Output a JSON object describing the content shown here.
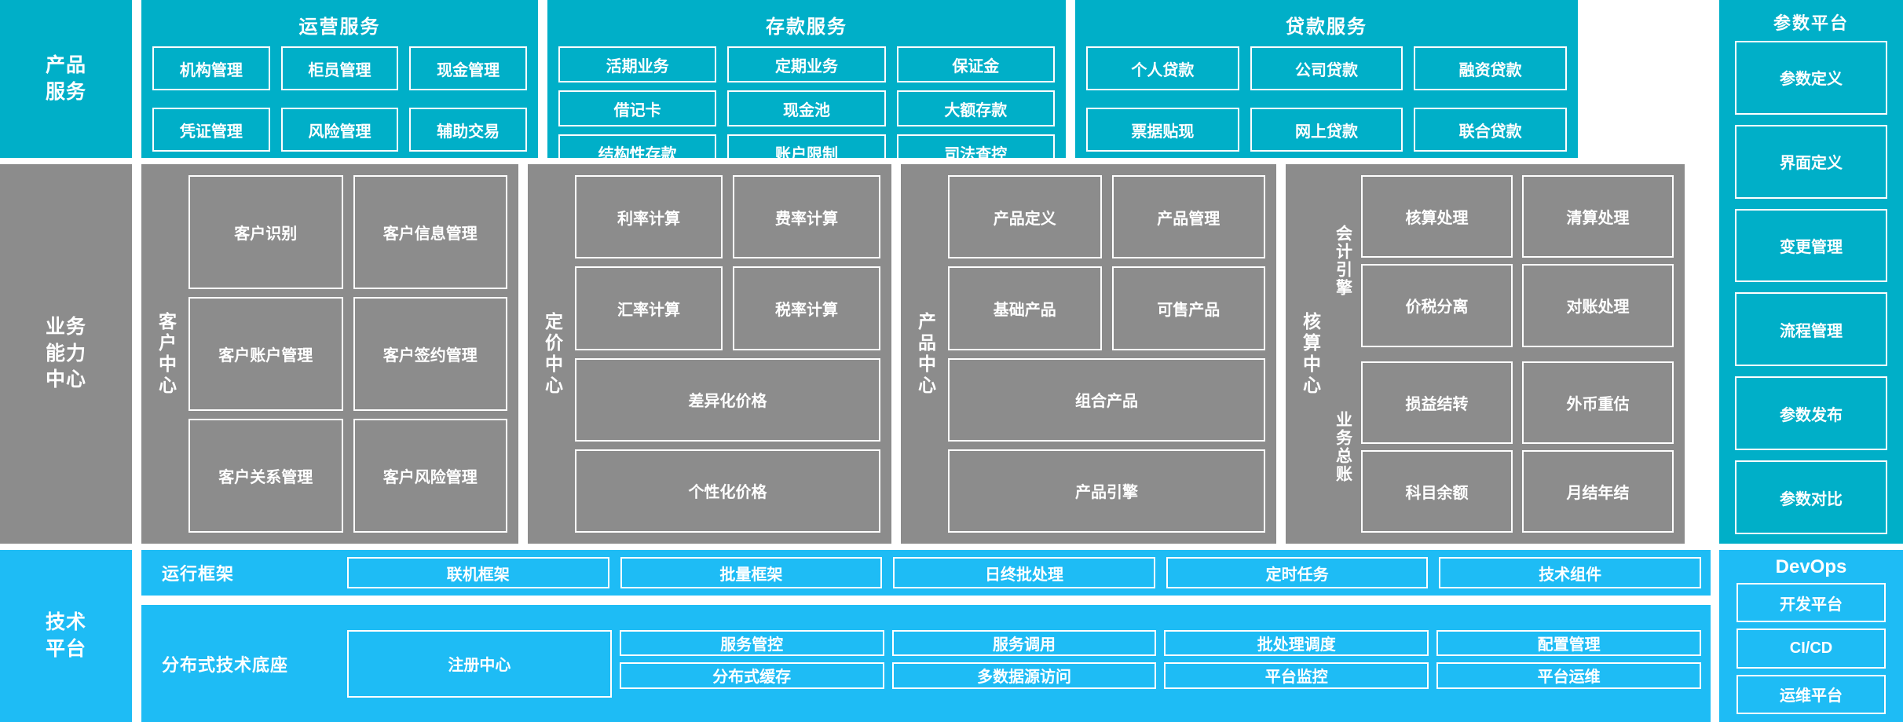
{
  "colors": {
    "product_teal": "#00AFC8",
    "capability_gray": "#8C8C8C",
    "platform_blue": "#1EBCF5",
    "border_white": "#FFFFFF",
    "background": "#FFFFFF"
  },
  "rows": {
    "product_services": {
      "side_label": "产品\n服务",
      "side_label_lines": [
        "产品",
        "服务"
      ],
      "groups": [
        {
          "title": "运营服务",
          "items": [
            "机构管理",
            "柜员管理",
            "现金管理",
            "凭证管理",
            "风险管理",
            "辅助交易"
          ]
        },
        {
          "title": "存款服务",
          "items": [
            "活期业务",
            "定期业务",
            "保证金",
            "借记卡",
            "现金池",
            "大额存款",
            "结构性存款",
            "账户限制",
            "司法查控"
          ]
        },
        {
          "title": "贷款服务",
          "items": [
            "个人贷款",
            "公司贷款",
            "融资贷款",
            "票据贴现",
            "网上贷款",
            "联合贷款"
          ]
        }
      ]
    },
    "business_capability_center": {
      "side_label_lines": [
        "业务",
        "能力",
        "中心"
      ],
      "groups": [
        {
          "vertical_label": "客户中心",
          "items": [
            "客户识别",
            "客户信息管理",
            "客户账户管理",
            "客户签约管理",
            "客户关系管理",
            "客户风险管理"
          ],
          "wide_items": []
        },
        {
          "vertical_label": "定价中心",
          "items": [
            "利率计算",
            "费率计算",
            "汇率计算",
            "税率计算"
          ],
          "wide_items": [
            "差异化价格",
            "个性化价格"
          ]
        },
        {
          "vertical_label": "产品中心",
          "items": [
            "产品定义",
            "产品管理",
            "基础产品",
            "可售产品"
          ],
          "wide_items": [
            "组合产品",
            "产品引擎"
          ]
        },
        {
          "vertical_label": "核算中心",
          "subgroups": [
            {
              "vertical_label": "会计引擎",
              "items": [
                "核算处理",
                "清算处理",
                "价税分离",
                "对账处理"
              ]
            },
            {
              "vertical_label": "业务总账",
              "items": [
                "损益结转",
                "外币重估",
                "科目余额",
                "月结年结"
              ]
            }
          ]
        }
      ]
    },
    "technical_platform": {
      "side_label_lines": [
        "技术",
        "平台"
      ],
      "strips": [
        {
          "label": "运行框架",
          "items": [
            "联机框架",
            "批量框架",
            "日终批处理",
            "定时任务",
            "技术组件"
          ]
        },
        {
          "label": "分布式技术底座",
          "primary": "注册中心",
          "columns": [
            [
              "服务管控",
              "分布式缓存"
            ],
            [
              "服务调用",
              "多数据源访问"
            ],
            [
              "批处理调度",
              "平台监控"
            ],
            [
              "配置管理",
              "平台运维"
            ]
          ]
        }
      ]
    }
  },
  "param_platform": {
    "title": "参数平台",
    "items": [
      "参数定义",
      "界面定义",
      "变更管理",
      "流程管理",
      "参数发布",
      "参数对比"
    ]
  },
  "devops": {
    "title": "DevOps",
    "items": [
      "开发平台",
      "CI/CD",
      "运维平台"
    ]
  }
}
